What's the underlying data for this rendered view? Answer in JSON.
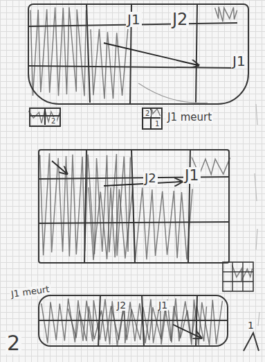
{
  "diagram": {
    "nodes": [
      {
        "text": [
          "J1",
          "J2",
          "J1"
        ]
      },
      {
        "text": [
          "2"
        ]
      },
      {
        "text": [
          "2",
          "1"
        ]
      },
      {
        "text": [
          "J2",
          "J1"
        ]
      },
      {
        "text": [
          "J2",
          "J1"
        ]
      }
    ],
    "labels": [
      "J1 meurt",
      "J1 meurt",
      "2",
      "1"
    ]
  }
}
